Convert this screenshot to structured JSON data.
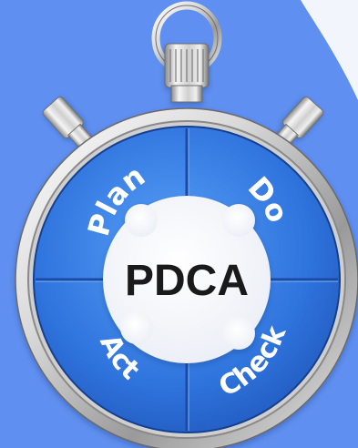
{
  "stopwatch": {
    "center_label": "PDCA",
    "quadrants": [
      {
        "key": "plan",
        "label": "Plan"
      },
      {
        "key": "do",
        "label": "Do"
      },
      {
        "key": "check",
        "label": "Check"
      },
      {
        "key": "act",
        "label": "Act"
      }
    ]
  },
  "colors": {
    "background": "#5f8ff0",
    "corner_shape": "#f2f5fb",
    "quadrant_blue": "#2f73dd",
    "quadrant_blue_light": "#4c8ff0",
    "quadrant_blue_dark": "#1b4fb0",
    "center_white": "#ffffff",
    "text_dark": "#1a1a1a",
    "metal_light": "#f2f2f2",
    "metal_dark": "#7b7b7b"
  }
}
